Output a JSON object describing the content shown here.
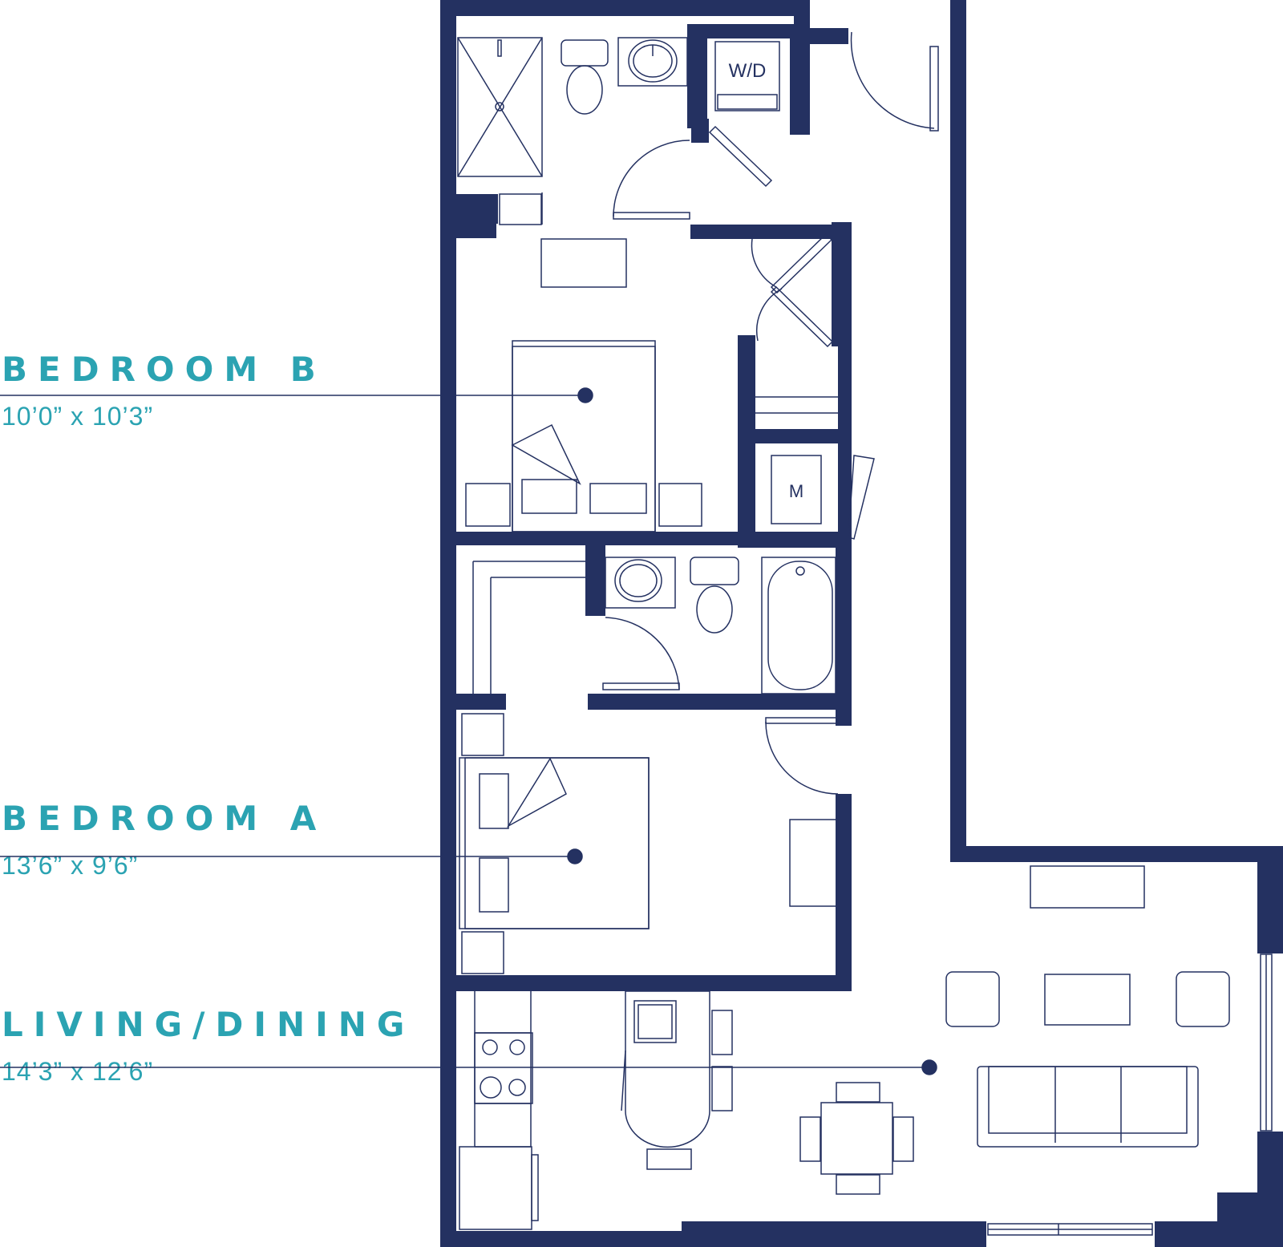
{
  "colors": {
    "wall": "#243161",
    "label": "#2ba3b2",
    "fixture": "#243161"
  },
  "rooms": [
    {
      "name": "BEDROOM B",
      "dimensions": "10’0” x 10’3”"
    },
    {
      "name": "BEDROOM A",
      "dimensions": "13’6” x 9’6”"
    },
    {
      "name": "LIVING/DINING",
      "dimensions": "14’3” x 12’6”"
    }
  ],
  "fixtures": {
    "washer_dryer": "W/D",
    "mechanical": "M"
  },
  "icons": [
    "toilet-icon",
    "sink-icon",
    "shower-icon",
    "bathtub-icon",
    "bed-icon",
    "stove-icon",
    "sofa-icon",
    "dining-table-icon",
    "door-swing-icon"
  ]
}
